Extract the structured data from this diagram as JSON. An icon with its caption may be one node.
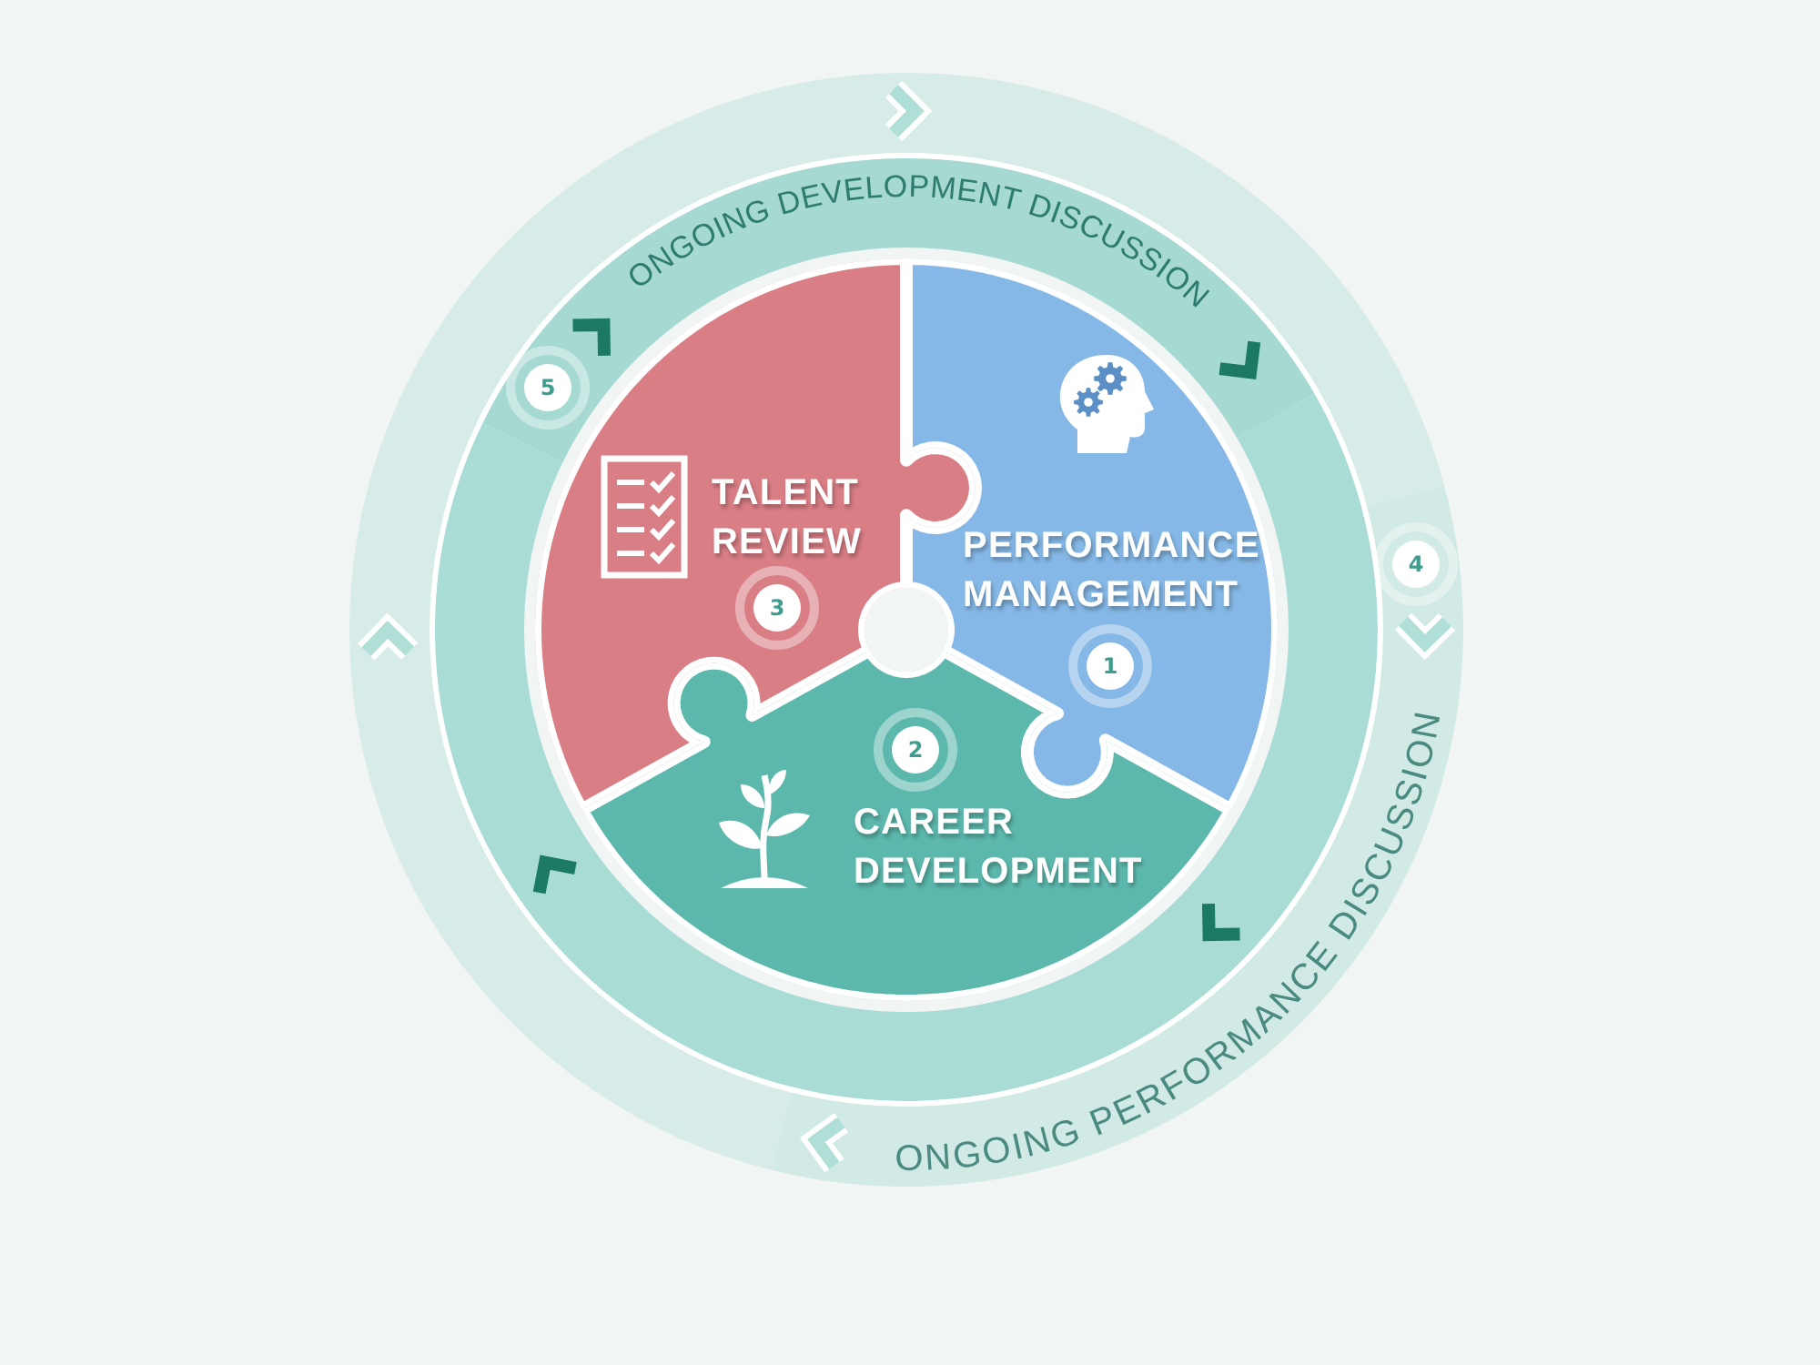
{
  "diagram": {
    "nodes": [
      {
        "text": [
          "ONGOING DEVELOPMENT DISCUSSION"
        ]
      },
      {
        "text": [
          "5"
        ],
        "in": 0
      },
      {
        "text": [
          "TALENT REVIEW"
        ]
      },
      {
        "text": [
          "3"
        ],
        "in": 2
      },
      {
        "text": [
          "PERFORMANCE MANAGEMENT"
        ]
      },
      {
        "text": [
          "1"
        ],
        "in": 4
      },
      {
        "text": [
          "ONGOING PERFORMANCE DISCUSSION"
        ]
      },
      {
        "text": [
          "4"
        ],
        "in": 6
      },
      {
        "text": [
          "CAREER DEVELOPMENT"
        ]
      },
      {
        "text": [
          "2"
        ],
        "in": 8
      }
    ]
  }
}
